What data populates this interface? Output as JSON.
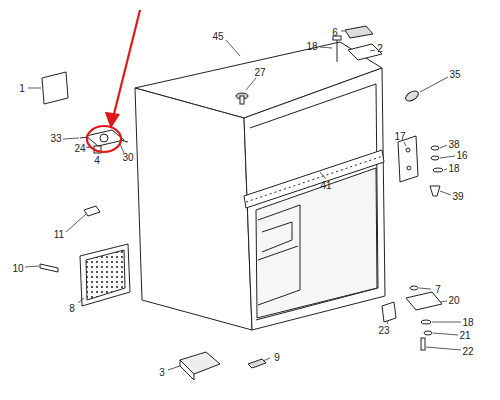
{
  "diagram": {
    "labels": [
      "1",
      "45",
      "6",
      "18",
      "2",
      "27",
      "35",
      "33",
      "24",
      "4",
      "30",
      "17",
      "38",
      "16",
      "18",
      "39",
      "41",
      "11",
      "10",
      "8",
      "7",
      "20",
      "18",
      "21",
      "22",
      "23",
      "3",
      "9"
    ]
  }
}
